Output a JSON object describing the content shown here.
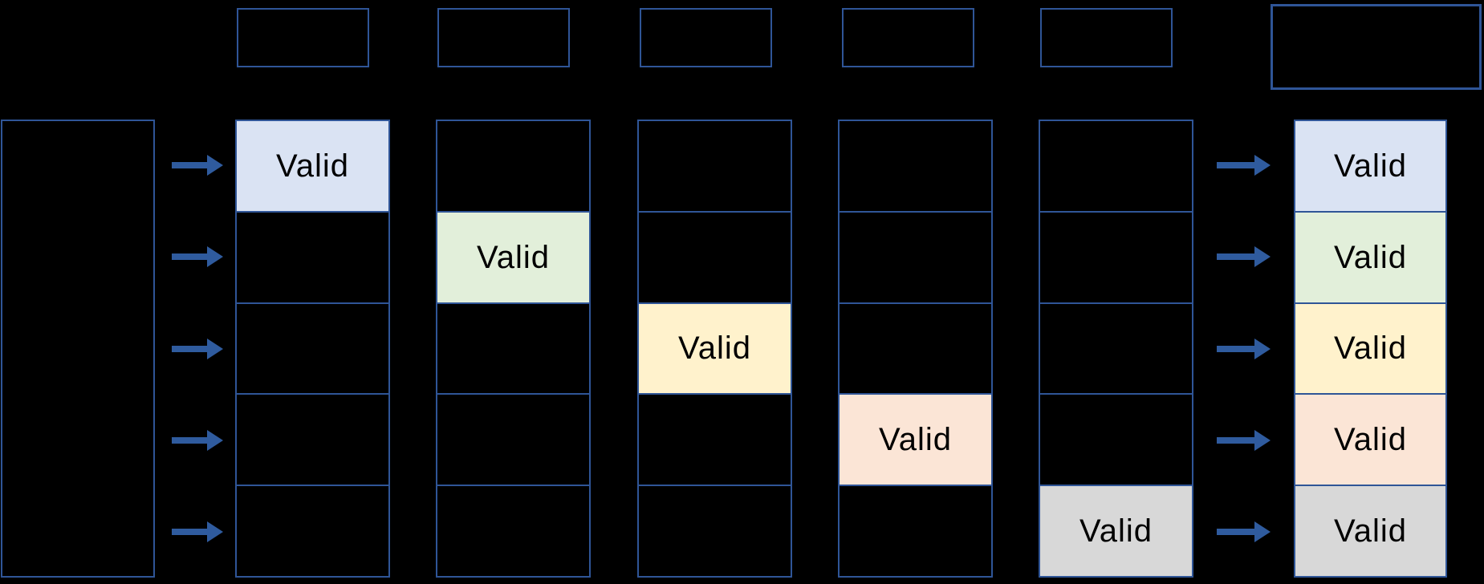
{
  "diagram": {
    "description": "valid-bit lookup diagram",
    "rows": 5,
    "labels": {
      "valid": "Valid"
    },
    "icons": {
      "arrow": "right-arrow"
    },
    "theme": {
      "background": "#000000",
      "box_border": "#2f5597",
      "arrow_color": "#2f5b9e",
      "cell_text": "#000000"
    },
    "palette": {
      "blue": "#dae3f3",
      "green": "#e2efda",
      "yellow": "#fff2cc",
      "peach": "#fbe5d6",
      "gray": "#d8d8d8"
    },
    "columns": [
      {
        "name": "column-1",
        "valid_row": 1,
        "fill": "blue"
      },
      {
        "name": "column-2",
        "valid_row": 2,
        "fill": "green"
      },
      {
        "name": "column-3",
        "valid_row": 3,
        "fill": "yellow"
      },
      {
        "name": "column-4",
        "valid_row": 4,
        "fill": "peach"
      },
      {
        "name": "column-5",
        "valid_row": 5,
        "fill": "gray"
      }
    ],
    "result_column": {
      "name": "result-column",
      "cell_fills": [
        "blue",
        "green",
        "yellow",
        "peach",
        "gray"
      ]
    },
    "header_boxes": {
      "small_count": 5,
      "wide_count": 1,
      "text": ""
    },
    "left_box": {
      "text": ""
    }
  }
}
